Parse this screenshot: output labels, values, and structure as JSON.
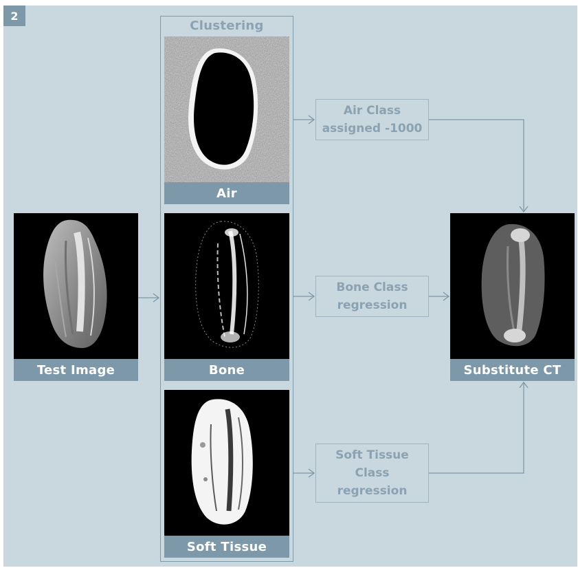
{
  "figure": {
    "number": "2",
    "cluster_title": "Clustering"
  },
  "images": {
    "test": {
      "caption": "Test Image"
    },
    "air": {
      "caption": "Air"
    },
    "bone": {
      "caption": "Bone"
    },
    "soft": {
      "caption": "Soft Tissue"
    },
    "sct": {
      "caption": "Substitute CT"
    }
  },
  "steps": {
    "air": {
      "line1": "Air Class",
      "line2": "assigned -1000"
    },
    "bone": {
      "line1": "Bone Class",
      "line2": "regression"
    },
    "soft": {
      "line1": "Soft Tissue",
      "line2": "Class",
      "line3": "regression"
    }
  },
  "colors": {
    "panel": "#c9d7de",
    "caption_bar": "#7d98a8",
    "text_muted": "#8aa2b2",
    "box_border": "#9fb4c0",
    "connector": "#7d98a8"
  }
}
